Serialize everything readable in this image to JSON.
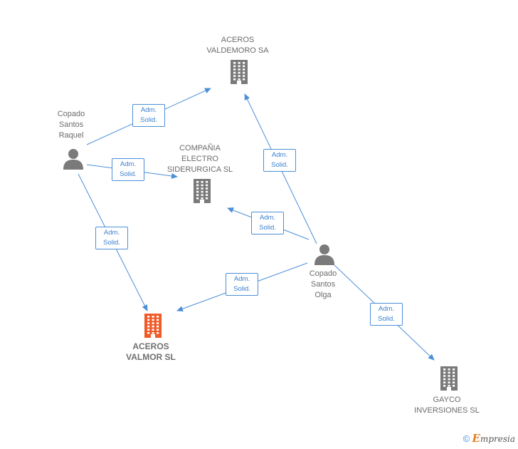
{
  "nodes": {
    "aceros_valdemoro": {
      "lines": [
        "ACEROS",
        "VALDEMORO SA"
      ],
      "type": "company"
    },
    "compania_electro": {
      "lines": [
        "COMPAÑIA",
        "ELECTRO",
        "SIDERURGICA SL"
      ],
      "type": "company"
    },
    "aceros_valmor": {
      "lines": [
        "ACEROS",
        "VALMOR SL"
      ],
      "type": "company",
      "highlight": true
    },
    "gayco": {
      "lines": [
        "GAYCO",
        "INVERSIONES SL"
      ],
      "type": "company"
    },
    "raquel": {
      "lines": [
        "Copado",
        "Santos",
        "Raquel"
      ],
      "type": "person"
    },
    "olga": {
      "lines": [
        "Copado",
        "Santos",
        "Olga"
      ],
      "type": "person"
    }
  },
  "edges": [
    {
      "from": "raquel",
      "to": "aceros_valdemoro",
      "label": [
        "Adm.",
        "Solid."
      ]
    },
    {
      "from": "raquel",
      "to": "compania_electro",
      "label": [
        "Adm.",
        "Solid."
      ]
    },
    {
      "from": "raquel",
      "to": "aceros_valmor",
      "label": [
        "Adm.",
        "Solid."
      ]
    },
    {
      "from": "olga",
      "to": "aceros_valdemoro",
      "label": [
        "Adm.",
        "Solid."
      ]
    },
    {
      "from": "olga",
      "to": "compania_electro",
      "label": [
        "Adm.",
        "Solid."
      ]
    },
    {
      "from": "olga",
      "to": "aceros_valmor",
      "label": [
        "Adm.",
        "Solid."
      ]
    },
    {
      "from": "olga",
      "to": "gayco",
      "label": [
        "Adm.",
        "Solid."
      ]
    }
  ],
  "colors": {
    "edge": "#4a8fd8",
    "icon": "#7a7a7a",
    "highlight": "#f05a28"
  },
  "footer": {
    "copyright": "©",
    "brand_initial": "E",
    "brand_rest": "mpresia"
  }
}
